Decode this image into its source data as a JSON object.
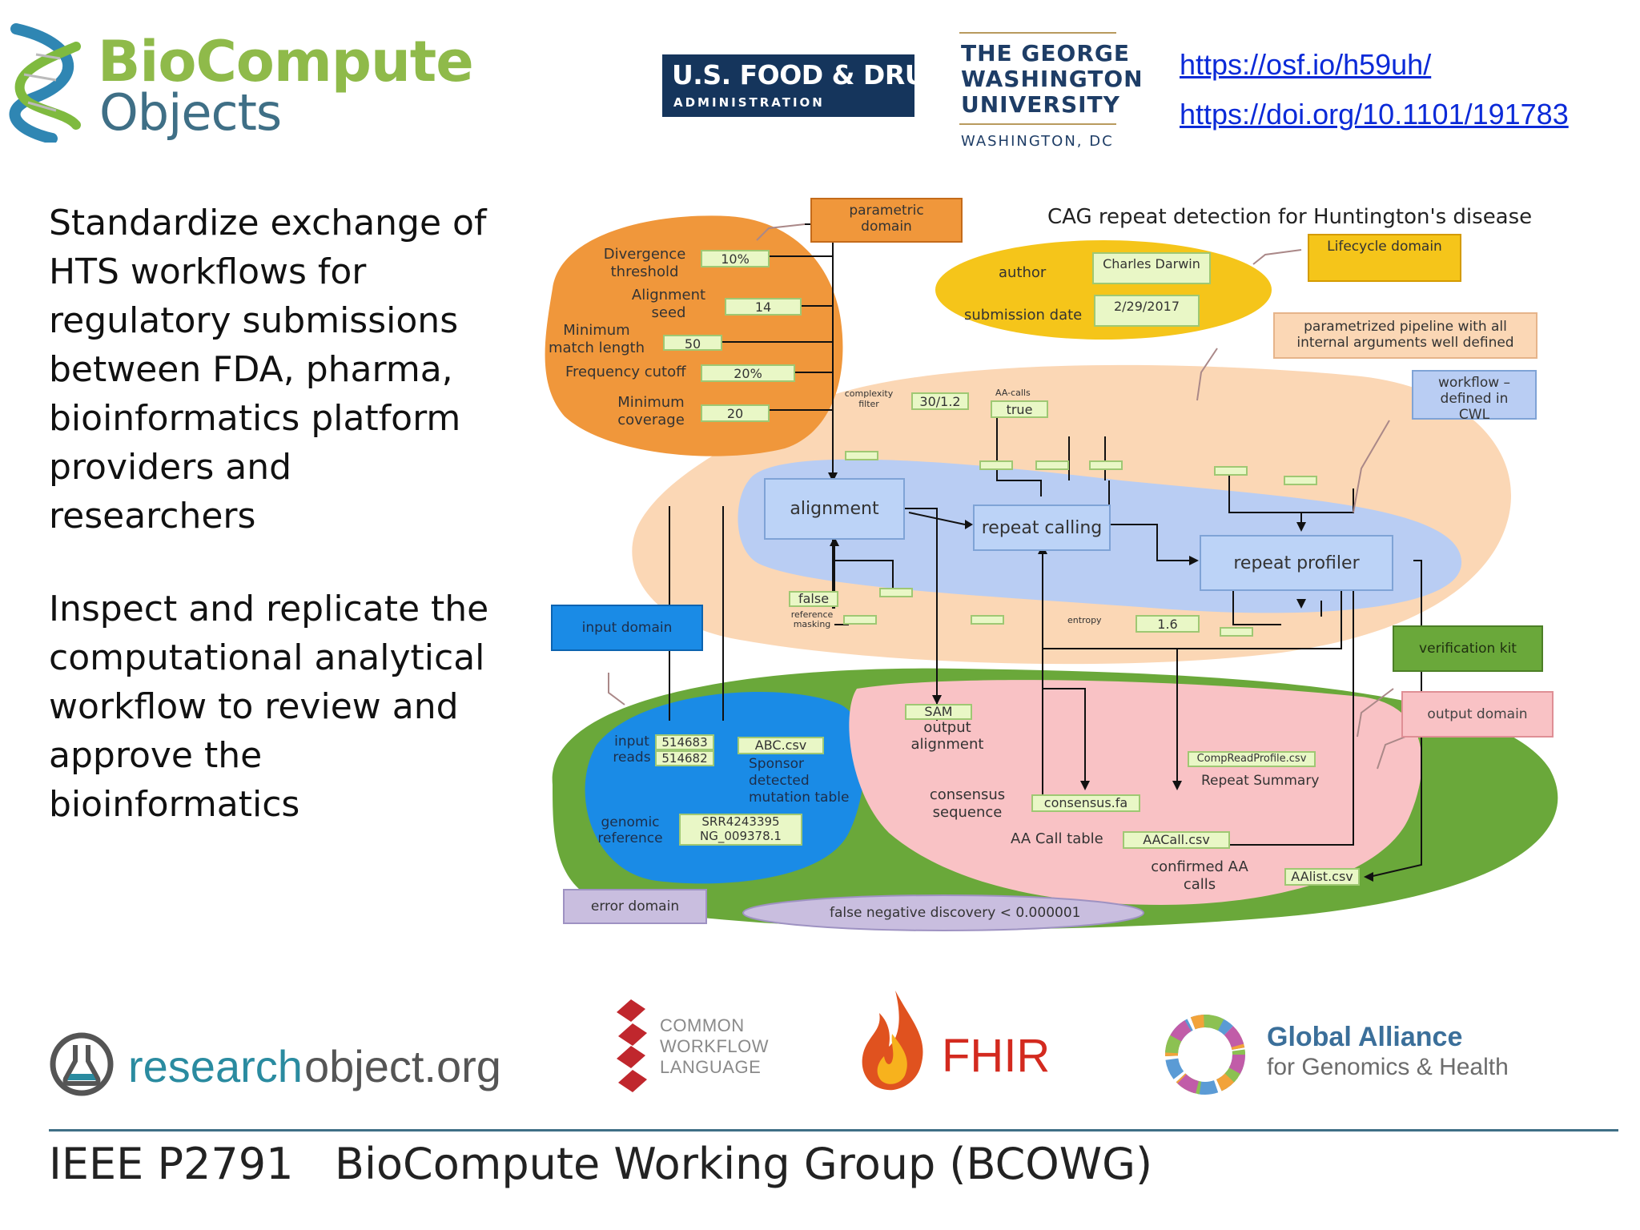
{
  "header": {
    "biocompute_logo": {
      "line1": "BioCompute",
      "line2": "Objects",
      "icon": "dna-helix-icon"
    },
    "fda_logo": {
      "line1": "U.S. FOOD & DRUG",
      "line2": "ADMINISTRATION"
    },
    "gwu_logo": {
      "line1": "THE GEORGE",
      "line2": "WASHINGTON",
      "line3": "UNIVERSITY",
      "line4": "WASHINGTON, DC"
    },
    "links": [
      "https://osf.io/h59uh/",
      "https://doi.org/10.1101/191783"
    ]
  },
  "left_text": {
    "paragraph1": "Standardize exchange of HTS workflows for regulatory submissions between FDA, pharma, bioinformatics platform providers and researchers",
    "paragraph2": "Inspect and replicate the computational analytical workflow to review and approve the bioinformatics"
  },
  "diagram": {
    "title": "CAG repeat detection for Huntington's disease",
    "domains": {
      "parametric": "parametric domain",
      "lifecycle": "Lifecycle domain",
      "parametrized_note": "parametrized pipeline with all internal arguments well defined",
      "workflow_cwl": "workflow – defined in CWL",
      "input": "input domain",
      "verification": "verification kit",
      "output": "output domain",
      "error": "error domain"
    },
    "parameters": [
      {
        "label": "Divergence threshold",
        "value": "10%"
      },
      {
        "label": "Alignment seed",
        "value": "14"
      },
      {
        "label": "Minimum match length",
        "value": "50"
      },
      {
        "label": "Frequency cutoff",
        "value": "20%"
      },
      {
        "label": "Minimum coverage",
        "value": "20"
      }
    ],
    "lifecycle": {
      "author_label": "author",
      "author_value": "Charles Darwin",
      "date_label": "submission date",
      "date_value": "2/29/2017"
    },
    "steps": {
      "alignment": "alignment",
      "repeat_calling": "repeat calling",
      "repeat_profiler": "repeat profiler"
    },
    "step_params": {
      "complexity_label": "complexity filter",
      "complexity_value": "30/1.2",
      "aacalls_label": "AA-calls",
      "aacalls_value": "true",
      "false_value": "false",
      "reference_label": "reference masking",
      "entropy_label": "entropy",
      "entropy_value": "1.6"
    },
    "inputs": {
      "reads_label": "input reads",
      "reads_values": [
        "514683",
        "514682"
      ],
      "abc_value": "ABC.csv",
      "abc_desc": "Sponsor detected mutation table",
      "genomic_label": "genomic reference",
      "genomic_values": [
        "SRR4243395",
        "NG_009378.1"
      ]
    },
    "outputs": {
      "sam_value": "SAM",
      "sam_desc": "output alignment",
      "comp_value": "CompReadProfile.csv",
      "comp_desc": "Repeat Summary",
      "consensus_label": "consensus sequence",
      "consensus_value": "consensus.fa",
      "aacall_label": "AA Call table",
      "aacall_value": "AACall.csv",
      "confirmed_label": "confirmed AA calls",
      "aalist_value": "AAlist.csv"
    },
    "error_note": "false negative discovery < 0.000001",
    "colors": {
      "parametric": "#f0973b",
      "lifecycle": "#f5c51a",
      "workflow": "#fbd7b5",
      "steps": "#b9cdf3",
      "io": "#6aa83a",
      "input": "#1a8be6",
      "output": "#f9c2c5",
      "error": "#c9bedf"
    }
  },
  "footer_logos": {
    "researchobject": {
      "part1": "research",
      "part2": "object.org"
    },
    "cwl": [
      "COMMON",
      "WORKFLOW",
      "LANGUAGE"
    ],
    "fhir": "FHIR",
    "ga4gh": {
      "line1": "Global Alliance",
      "line2": "for Genomics & Health"
    }
  },
  "footer": {
    "title": "IEEE P2791   BioCompute Working Group (BCOWG)"
  }
}
